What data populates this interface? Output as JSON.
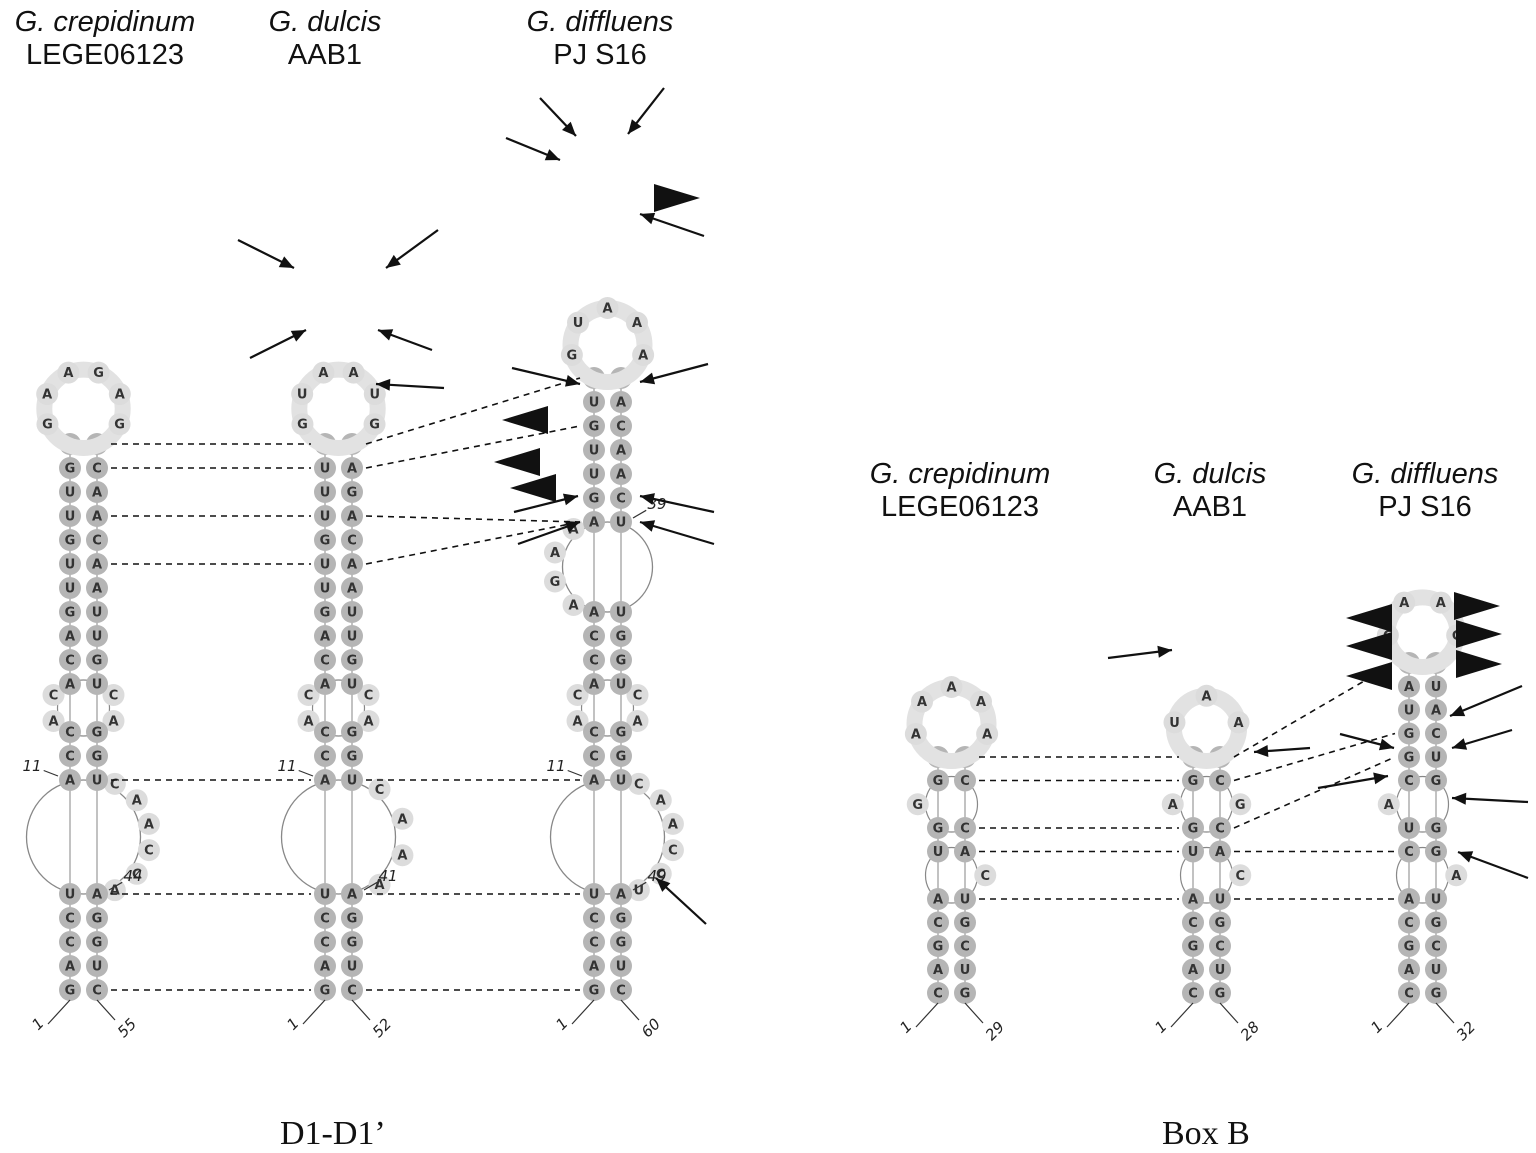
{
  "panels": [
    {
      "label": "D1-D1’",
      "headers": [
        {
          "species": "G. crepidinum",
          "strain": "LEGE06123"
        },
        {
          "species": "G. dulcis",
          "strain": "AAB1"
        },
        {
          "species": "G. diffluens",
          "strain": "PJ S16"
        }
      ]
    },
    {
      "label": "Box B",
      "headers": [
        {
          "species": "G. crepidinum",
          "strain": "LEGE06123"
        },
        {
          "species": "G. dulcis",
          "strain": "AAB1"
        },
        {
          "species": "G. diffluens",
          "strain": "PJ S16"
        }
      ]
    }
  ],
  "structures": {
    "d1_crep": {
      "start_label": "1",
      "end_label": "55",
      "labels": [
        {
          "text": "11",
          "side": "left",
          "at": 5
        },
        {
          "text": "44",
          "side": "right",
          "at": 4
        }
      ],
      "apex": [
        "G",
        "A",
        "A",
        "G",
        "A",
        "G"
      ],
      "pairs": [
        [
          "G",
          "C"
        ],
        [
          "A",
          "U"
        ],
        [
          "C",
          "G"
        ],
        [
          "C",
          "G"
        ],
        [
          "U",
          "A"
        ],
        [
          "A",
          "U"
        ],
        [
          "C",
          "G"
        ],
        [
          "C",
          "G"
        ],
        [
          "A",
          "U"
        ],
        [
          "C",
          "G"
        ],
        [
          "A",
          "U"
        ],
        [
          "G",
          "U"
        ],
        [
          "U",
          "A"
        ],
        [
          "U",
          "A"
        ],
        [
          "G",
          "C"
        ],
        [
          "U",
          "A"
        ],
        [
          "U",
          "A"
        ],
        [
          "G",
          "C"
        ],
        [
          "U",
          "A"
        ]
      ],
      "internal_loops": [
        {
          "after": 4,
          "left": [],
          "right": [
            "C",
            "A",
            "A",
            "C",
            "C",
            "A"
          ]
        },
        {
          "after": 7,
          "left": [
            "A",
            "C"
          ],
          "right": [
            "C",
            "A"
          ]
        }
      ]
    },
    "d1_dulc": {
      "start_label": "1",
      "end_label": "52",
      "labels": [
        {
          "text": "11",
          "side": "left",
          "at": 5
        },
        {
          "text": "41",
          "side": "right",
          "at": 4
        }
      ],
      "apex": [
        "G",
        "U",
        "A",
        "A",
        "U",
        "G"
      ],
      "pairs": [
        [
          "G",
          "C"
        ],
        [
          "A",
          "U"
        ],
        [
          "C",
          "G"
        ],
        [
          "C",
          "G"
        ],
        [
          "U",
          "A"
        ],
        [
          "A",
          "U"
        ],
        [
          "C",
          "G"
        ],
        [
          "C",
          "G"
        ],
        [
          "A",
          "U"
        ],
        [
          "C",
          "G"
        ],
        [
          "A",
          "U"
        ],
        [
          "G",
          "U"
        ],
        [
          "U",
          "A"
        ],
        [
          "U",
          "A"
        ],
        [
          "G",
          "C"
        ],
        [
          "U",
          "A"
        ],
        [
          "U",
          "G"
        ],
        [
          "U",
          "A"
        ],
        [
          "A",
          "U"
        ]
      ],
      "internal_loops": [
        {
          "after": 4,
          "left": [],
          "right": [
            "C",
            "A",
            "A",
            "A"
          ]
        },
        {
          "after": 7,
          "left": [
            "A",
            "C"
          ],
          "right": [
            "C",
            "A"
          ]
        }
      ]
    },
    "d1_diff": {
      "start_label": "1",
      "end_label": "60",
      "labels": [
        {
          "text": "11",
          "side": "left",
          "at": 5
        },
        {
          "text": "49",
          "side": "right",
          "at": 4
        },
        {
          "text": "39",
          "side": "right",
          "at": 12
        }
      ],
      "apex": [
        "G",
        "U",
        "A",
        "A",
        "A"
      ],
      "pairs": [
        [
          "G",
          "C"
        ],
        [
          "A",
          "U"
        ],
        [
          "C",
          "G"
        ],
        [
          "C",
          "G"
        ],
        [
          "U",
          "A"
        ],
        [
          "A",
          "U"
        ],
        [
          "C",
          "G"
        ],
        [
          "C",
          "G"
        ],
        [
          "A",
          "U"
        ],
        [
          "C",
          "G"
        ],
        [
          "C",
          "G"
        ],
        [
          "A",
          "U"
        ],
        [
          "A",
          "U"
        ],
        [
          "G",
          "C"
        ],
        [
          "U",
          "A"
        ],
        [
          "U",
          "A"
        ],
        [
          "G",
          "C"
        ],
        [
          "U",
          "A"
        ],
        [
          "G",
          "C"
        ]
      ],
      "internal_loops": [
        {
          "after": 4,
          "left": [],
          "right": [
            "C",
            "A",
            "A",
            "C",
            "C",
            "U"
          ]
        },
        {
          "after": 7,
          "left": [
            "A",
            "C"
          ],
          "right": [
            "C",
            "A"
          ]
        },
        {
          "after": 11,
          "left": [
            "A",
            "G",
            "A",
            "A"
          ],
          "right": []
        }
      ]
    },
    "b_crep": {
      "start_label": "1",
      "end_label": "29",
      "labels": [],
      "apex": [
        "A",
        "A",
        "A",
        "A",
        "A"
      ],
      "pairs": [
        [
          "C",
          "G"
        ],
        [
          "A",
          "U"
        ],
        [
          "G",
          "C"
        ],
        [
          "C",
          "G"
        ],
        [
          "A",
          "U"
        ],
        [
          "U",
          "A"
        ],
        [
          "G",
          "C"
        ],
        [
          "G",
          "C"
        ],
        [
          "C",
          "G"
        ]
      ],
      "internal_loops": [
        {
          "after": 4,
          "left": [],
          "right": [
            "C"
          ]
        },
        {
          "after": 6,
          "left": [
            "G"
          ],
          "right": []
        }
      ]
    },
    "b_dulc": {
      "start_label": "1",
      "end_label": "28",
      "labels": [],
      "apex": [
        "U",
        "A",
        "A"
      ],
      "pairs": [
        [
          "C",
          "G"
        ],
        [
          "A",
          "U"
        ],
        [
          "G",
          "C"
        ],
        [
          "C",
          "G"
        ],
        [
          "A",
          "U"
        ],
        [
          "U",
          "A"
        ],
        [
          "G",
          "C"
        ],
        [
          "G",
          "C"
        ],
        [
          "C",
          "G"
        ]
      ],
      "internal_loops": [
        {
          "after": 4,
          "left": [],
          "right": [
            "C"
          ]
        },
        {
          "after": 6,
          "left": [
            "A"
          ],
          "right": [
            "G"
          ]
        }
      ]
    },
    "b_diff": {
      "start_label": "1",
      "end_label": "32",
      "labels": [],
      "apex": [
        "C",
        "A",
        "A",
        "G"
      ],
      "pairs": [
        [
          "C",
          "G"
        ],
        [
          "A",
          "U"
        ],
        [
          "G",
          "C"
        ],
        [
          "C",
          "G"
        ],
        [
          "A",
          "U"
        ],
        [
          "C",
          "G"
        ],
        [
          "U",
          "G"
        ],
        [
          "C",
          "G"
        ],
        [
          "G",
          "U"
        ],
        [
          "G",
          "C"
        ],
        [
          "U",
          "A"
        ],
        [
          "A",
          "U"
        ],
        [
          "G",
          "C"
        ]
      ],
      "internal_loops": [
        {
          "after": 4,
          "left": [],
          "right": [
            "A"
          ]
        },
        {
          "after": 6,
          "left": [
            "A"
          ],
          "right": []
        }
      ]
    }
  }
}
